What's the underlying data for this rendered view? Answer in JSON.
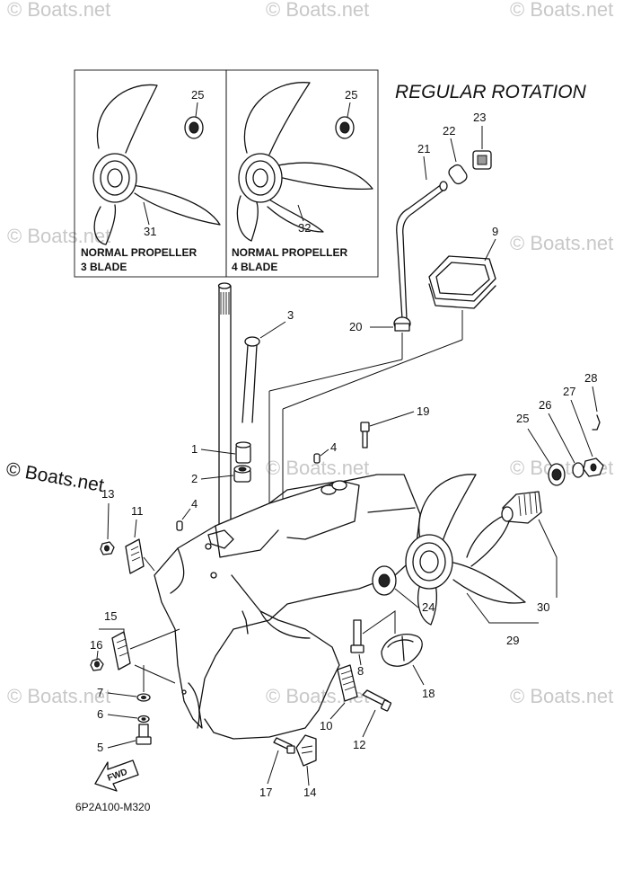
{
  "diagram": {
    "title": "REGULAR ROTATION",
    "drawing_code": "6P2A100-M320",
    "fwd_label": "FWD",
    "watermark": "© Boats.net",
    "inset_left": {
      "line1": "NORMAL PROPELLER",
      "line2": "3 BLADE",
      "part_prop": "31",
      "part_washer": "25"
    },
    "inset_right": {
      "line1": "NORMAL PROPELLER",
      "line2": "4 BLADE",
      "part_prop": "32",
      "part_washer": "25"
    },
    "callouts": {
      "p1": "1",
      "p2": "2",
      "p3": "3",
      "p4a": "4",
      "p4b": "4",
      "p5": "5",
      "p6": "6",
      "p7": "7",
      "p8": "8",
      "p9": "9",
      "p10": "10",
      "p11": "11",
      "p12": "12",
      "p13": "13",
      "p14": "14",
      "p15": "15",
      "p16": "16",
      "p17": "17",
      "p18": "18",
      "p19": "19",
      "p20": "20",
      "p21": "21",
      "p22": "22",
      "p23": "23",
      "p24": "24",
      "p25": "25",
      "p26": "26",
      "p27": "27",
      "p28": "28",
      "p29": "29",
      "p30": "30"
    }
  }
}
